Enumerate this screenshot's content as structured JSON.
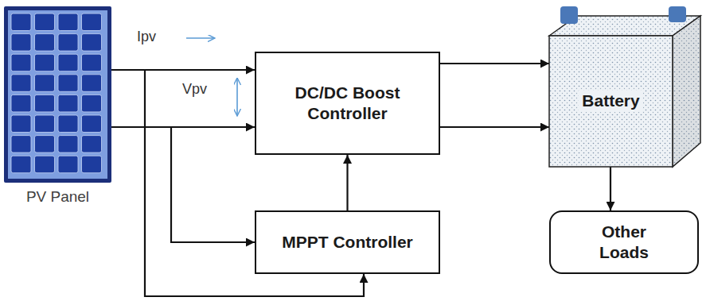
{
  "diagram": {
    "nodes": [
      {
        "text": [
          "PV Panel"
        ]
      },
      {
        "text": [
          "DC/DC Boost Controller"
        ]
      },
      {
        "text": [
          "MPPT Controller"
        ]
      },
      {
        "text": [
          "Battery"
        ]
      },
      {
        "text": [
          "Other Loads"
        ]
      }
    ],
    "edges": [
      {
        "from": 0,
        "to": 1,
        "arrow": "to"
      },
      {
        "from": 0,
        "to": 1,
        "arrow": "to"
      },
      {
        "from": 1,
        "to": 3,
        "arrow": "to"
      },
      {
        "from": 1,
        "to": 3,
        "arrow": "to"
      },
      {
        "from": 2,
        "to": 1,
        "arrow": "to"
      },
      {
        "from": 0,
        "to": 2,
        "arrow": "to"
      },
      {
        "from": 0,
        "to": 2,
        "arrow": "to"
      },
      {
        "from": 3,
        "to": 4,
        "arrow": "to"
      }
    ],
    "labels": [
      "Ipv",
      "Vpv"
    ]
  }
}
